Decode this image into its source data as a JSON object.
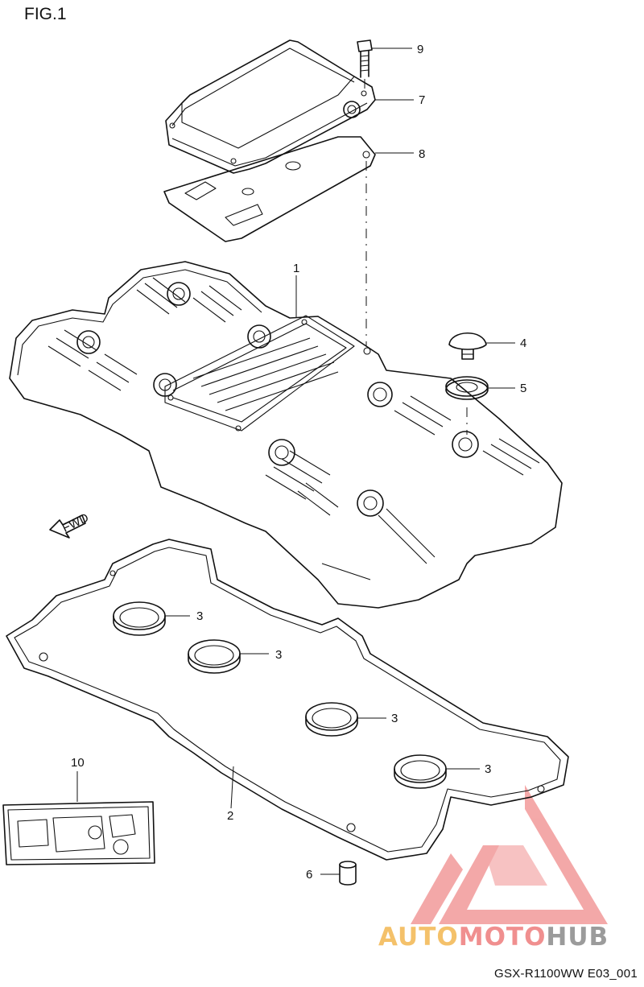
{
  "figure": {
    "title": "FIG.1"
  },
  "callouts": {
    "c1": "1",
    "c2": "2",
    "c3a": "3",
    "c3b": "3",
    "c3c": "3",
    "c3d": "3",
    "c4": "4",
    "c5": "5",
    "c6": "6",
    "c7": "7",
    "c8": "8",
    "c9": "9",
    "c10": "10"
  },
  "fwd_arrow": {
    "label": "FWD"
  },
  "footer": {
    "model_code": "GSX-R1100WW  E03_001"
  },
  "watermark": {
    "part1": "AUTO",
    "part2": "MOTO",
    "part3": "HUB",
    "colors": {
      "auto": "#f4c16a",
      "moto": "#f08f8f",
      "hub": "#9b9b9b",
      "triangle": "#f29a9a"
    }
  }
}
